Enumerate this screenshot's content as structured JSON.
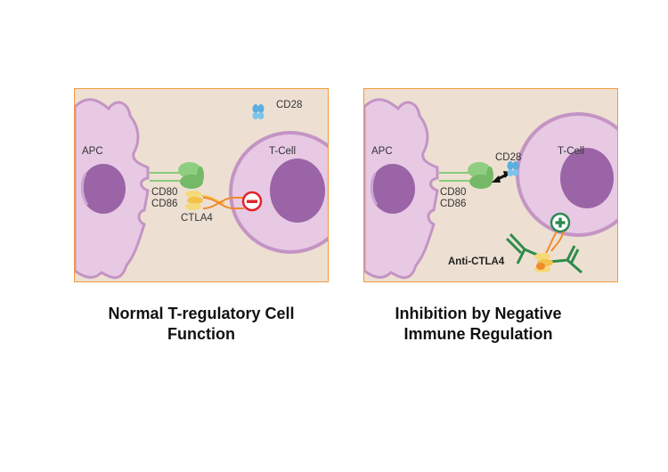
{
  "panels": [
    {
      "labels": {
        "apc": "APC",
        "tcell": "T-Cell",
        "cd28": "CD28",
        "cd80": "CD80",
        "cd86": "CD86",
        "ctla4": "CTLA4"
      },
      "signal": "negative",
      "caption": [
        "Normal T-regulatory Cell",
        "Function"
      ]
    },
    {
      "labels": {
        "apc": "APC",
        "tcell": "T-Cell",
        "cd28": "CD28",
        "cd80": "CD80",
        "cd86": "CD86",
        "anti_ctla4": "Anti-CTLA4"
      },
      "signal": "positive",
      "caption": [
        "Inhibition by Negative",
        "Immune Regulation"
      ]
    }
  ],
  "colors": {
    "panel_border": "#f19a3a",
    "panel_background": "#ede0d2",
    "apc_cell": "#e7c9e4",
    "nucleus": "#9b64a7",
    "receptor": "#88c97a",
    "cd28": "#5aaee0",
    "ctla4": "#f2c24a",
    "inhibition": "#e0232d",
    "activation": "#2a8a52",
    "antibody": "#2f8a4b"
  }
}
